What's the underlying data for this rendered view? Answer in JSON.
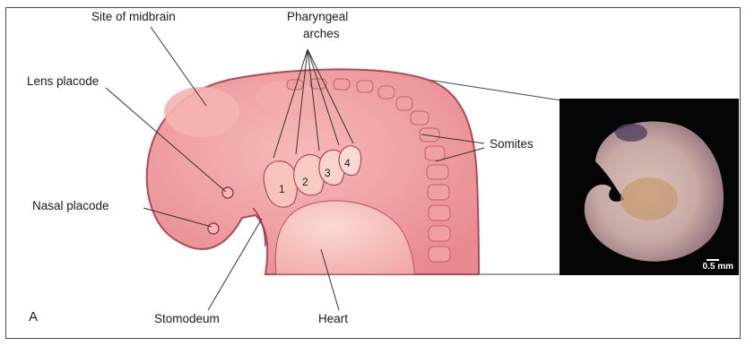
{
  "labels": {
    "midbrain": "Site of midbrain",
    "pharyngeal_line1": "Pharyngeal",
    "pharyngeal_line2": "arches",
    "lens": "Lens placode",
    "nasal": "Nasal placode",
    "somites": "Somites",
    "stomodeum": "Stomodeum",
    "heart": "Heart",
    "panel": "A"
  },
  "arches": [
    "1",
    "2",
    "3",
    "4"
  ],
  "photo": {
    "scale_text": "0.5 mm"
  },
  "colors": {
    "embryo_fill": "#f1a3a3",
    "embryo_dark": "#d9747c",
    "outline": "#b04a55",
    "heart_fill": "#f8c9c5",
    "leader": "#333333"
  }
}
